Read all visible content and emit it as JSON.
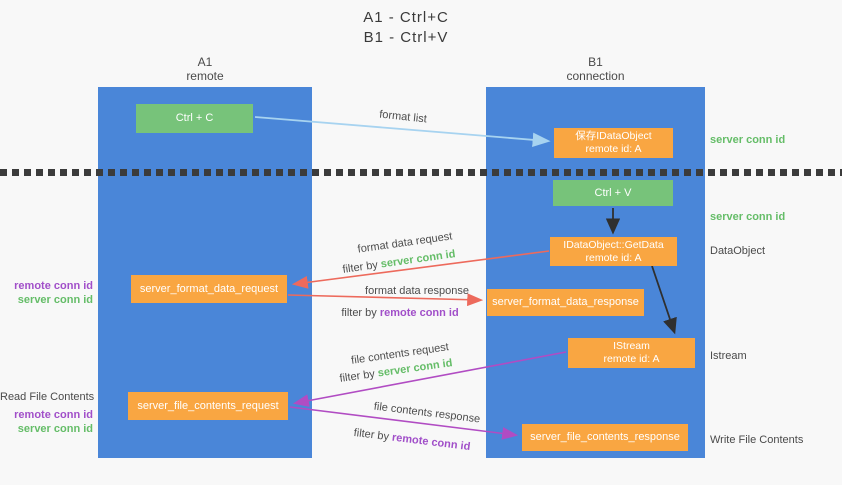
{
  "title": {
    "line1": "A1 - Ctrl+C",
    "line2": "B1 - Ctrl+V"
  },
  "lanes": {
    "left": {
      "name": "A1",
      "role": "remote"
    },
    "right": {
      "name": "B1",
      "role": "connection"
    }
  },
  "nodes": {
    "ctrl_c": {
      "label": "Ctrl + C"
    },
    "save_idataobject": {
      "line1": "保存IDataObject",
      "line2": "remote id: A"
    },
    "ctrl_v": {
      "label": "Ctrl + V"
    },
    "getdata": {
      "line1": "IDataObject::GetData",
      "line2": "remote id: A"
    },
    "format_request": {
      "label": "server_format_data_request"
    },
    "format_response": {
      "label": "server_format_data_response"
    },
    "istream": {
      "line1": "IStream",
      "line2": "remote id: A"
    },
    "file_request": {
      "label": "server_file_contents_request"
    },
    "file_response": {
      "label": "server_file_contents_response"
    }
  },
  "edge_labels": {
    "format_list": "format list",
    "format_data_request": "format data request",
    "format_data_response": "format data response",
    "file_contents_request": "file contents request",
    "file_contents_response": "file contents response",
    "filter_prefix": "filter by",
    "server_conn_id": "server conn id",
    "remote_conn_id": "remote conn id"
  },
  "side_labels": {
    "right": [
      {
        "text": "server conn id",
        "kind": "green"
      },
      {
        "text": "server conn id",
        "kind": "green"
      },
      {
        "text": "DataObject",
        "kind": "gray"
      },
      {
        "text": "Istream",
        "kind": "gray"
      },
      {
        "text": "Write File Contents",
        "kind": "gray"
      }
    ],
    "left": [
      {
        "text": "remote conn id",
        "kind": "purple"
      },
      {
        "text": "server conn id",
        "kind": "green"
      },
      {
        "text": "Read File Contents",
        "kind": "gray"
      },
      {
        "text": "remote conn id",
        "kind": "purple"
      },
      {
        "text": "server conn id",
        "kind": "green"
      }
    ]
  },
  "colors": {
    "lane_blue": "#4a86d8",
    "box_orange": "#f9a642",
    "box_green": "#77c37a",
    "arrow_light_blue": "#a7d3f0",
    "arrow_red": "#ed6a5c",
    "arrow_magenta": "#b14cc3",
    "arrow_black": "#2f2f2f",
    "text_green": "#65bd68",
    "text_purple": "#a14fc9",
    "text_gray": "#4a4a4a",
    "divider_dark": "#3b3b3b"
  }
}
